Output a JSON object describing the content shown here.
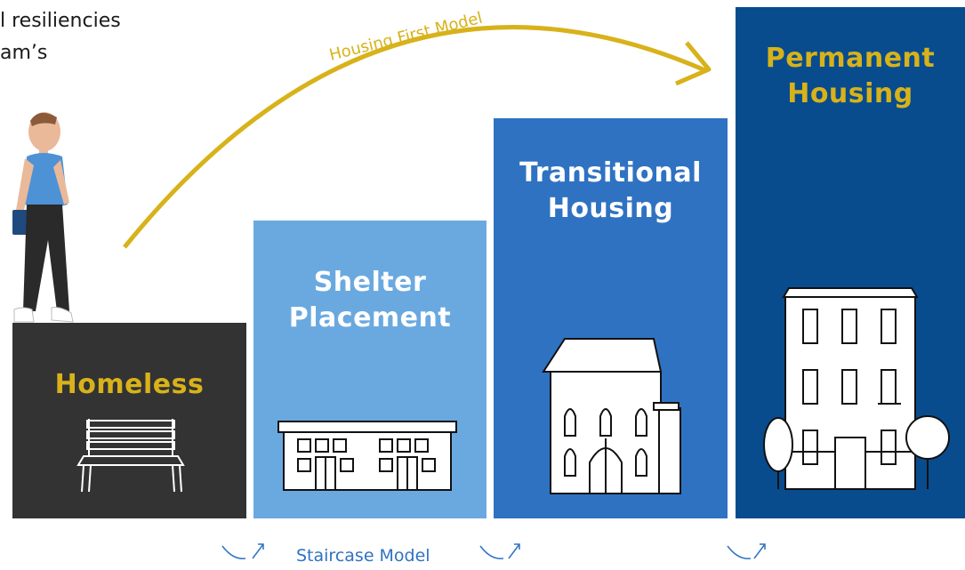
{
  "intro_text": "l resiliencies\nam’s",
  "arrow_label": "Housing First Model",
  "stages": [
    {
      "label": "Homeless",
      "icon": "bench-icon"
    },
    {
      "label": "Shelter Placement",
      "icon": "shelter-building-icon"
    },
    {
      "label": "Transitional Housing",
      "icon": "transitional-house-icon"
    },
    {
      "label": "Permanent Housing",
      "icon": "apartment-building-icon"
    }
  ],
  "staircase_label": "Staircase Model",
  "colors": {
    "homeless": "#333333",
    "shelter": "#6aa9e0",
    "transitional": "#2f72c2",
    "permanent": "#084c8e",
    "accent_gold": "#d8b21a",
    "white_label": "#ffffff"
  }
}
